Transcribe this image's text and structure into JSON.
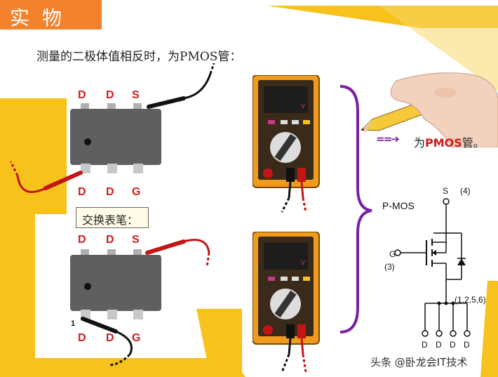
{
  "title": "实物",
  "subtitle": "测量的二极体值相反时，为PMOS管：",
  "swap_label": "交换表笔：",
  "chip_top": {
    "top_pins": [
      "D",
      "D",
      "S"
    ],
    "bottom_pins": [
      "D",
      "D",
      "G"
    ]
  },
  "chip_bottom": {
    "top_pins": [
      "D",
      "D",
      "S"
    ],
    "bottom_pins": [
      "D",
      "D",
      "G"
    ],
    "pin1_label": "1"
  },
  "multimeter_top": {
    "unit": "V"
  },
  "multimeter_bottom": {
    "unit": "V"
  },
  "result": {
    "arrow": "==➔",
    "prefix": "为",
    "highlight": "PMOS",
    "suffix": "管。"
  },
  "schematic": {
    "title": "P-MOS",
    "source": "S",
    "source_num": "(4)",
    "gate": "G",
    "gate_num": "(3)",
    "drain_nums": "(1,2,5,6)",
    "drains": [
      "D",
      "D",
      "D",
      "D"
    ]
  },
  "watermark": "头条 @卧龙会IT技术",
  "colors": {
    "accent": "#f4812b",
    "yellow": "#f7c21b",
    "brace": "#7a1fa2",
    "pin_red": "#d11a1a"
  }
}
